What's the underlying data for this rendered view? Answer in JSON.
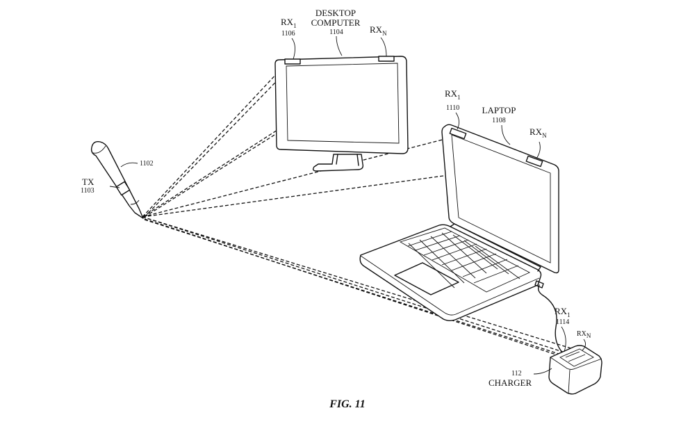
{
  "labels": {
    "desktop_rx1_main": "RX",
    "desktop_rx1_sub": "1",
    "desktop_rx1_ref": "1106",
    "desktop_name_line1": "DESKTOP",
    "desktop_name_line2": "COMPUTER",
    "desktop_ref": "1104",
    "desktop_rxn_main": "RX",
    "desktop_rxn_sub": "N",
    "laptop_rx1_main": "RX",
    "laptop_rx1_sub": "1",
    "laptop_rx1_ref": "1110",
    "laptop_name": "LAPTOP",
    "laptop_ref": "1108",
    "laptop_rxn_main": "RX",
    "laptop_rxn_sub": "N",
    "stylus_ref": "1102",
    "tx_name": "TX",
    "tx_ref": "1103",
    "charger_rx1_main": "RX",
    "charger_rx1_sub": "1",
    "charger_rx1_ref": "1114",
    "charger_rxn_main": "RX",
    "charger_rxn_sub": "N",
    "charger_ref": "112",
    "charger_name": "CHARGER"
  },
  "caption": "FIG. 11"
}
